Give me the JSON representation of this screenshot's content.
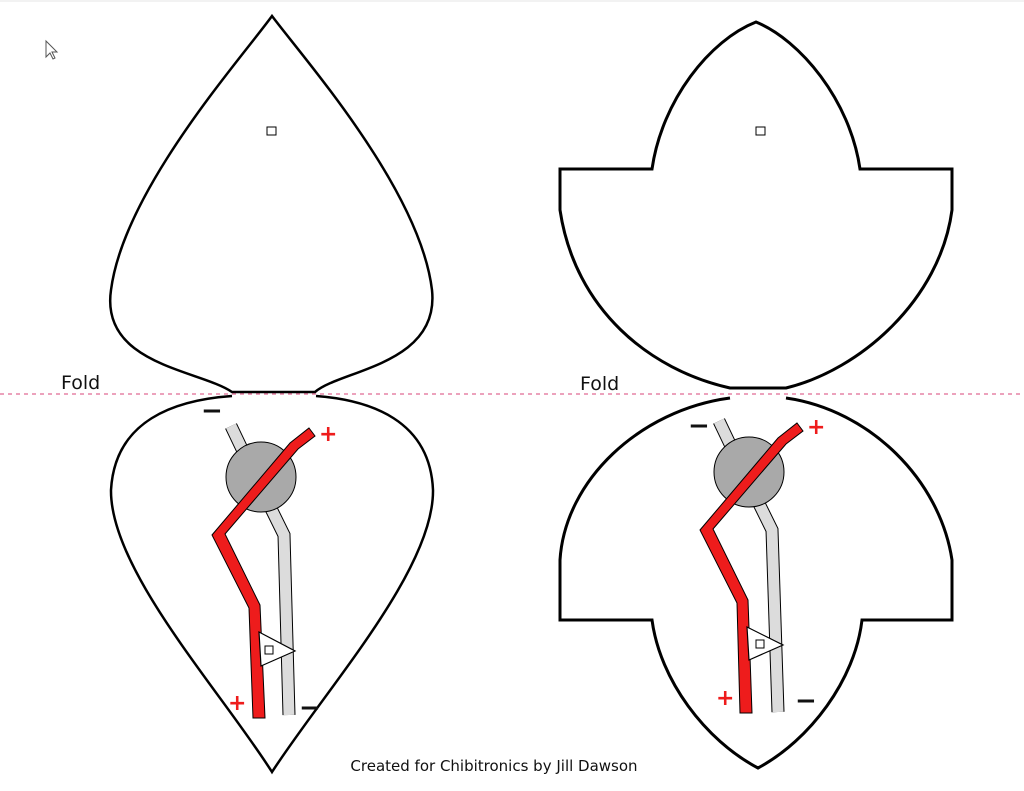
{
  "labels": {
    "fold_left": "Fold",
    "fold_right": "Fold",
    "credit": "Created for Chibitronics by Jill Dawson"
  },
  "signs": {
    "plus": "+",
    "minus": "−"
  },
  "colors": {
    "outline": "#000000",
    "fold_line": "#d9467a",
    "positive_trace": "#ee1c1c",
    "negative_trace": "#dcdcdc",
    "battery": "#a9a9a9",
    "led": "#ffffff",
    "background": "#ffffff"
  },
  "icons": {
    "cursor": "mouse-pointer-icon"
  }
}
